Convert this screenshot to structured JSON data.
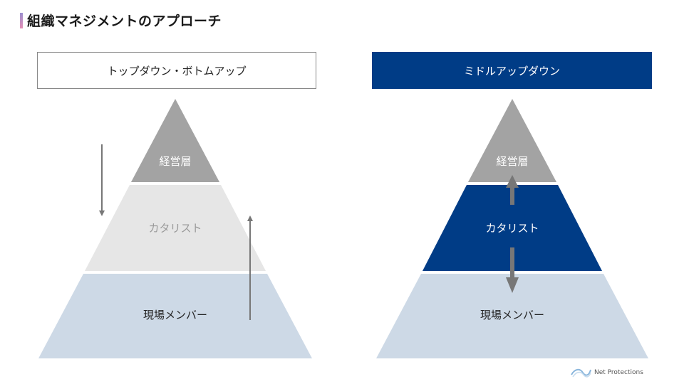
{
  "header": {
    "title": "組織マネジメントのアプローチ"
  },
  "left": {
    "label": "トップダウン・ボトムアップ",
    "tiers": {
      "top": "経営層",
      "middle": "カタリスト",
      "bottom": "現場メンバー"
    }
  },
  "right": {
    "label": "ミドルアップダウン",
    "tiers": {
      "top": "経営層",
      "middle": "カタリスト",
      "bottom": "現場メンバー"
    }
  },
  "footer": {
    "logo_text": "Net Protections"
  },
  "colors": {
    "navy": "#003c86",
    "tier_top": "#a3a3a3",
    "tier_middle_left": "#e6e6e6",
    "tier_bottom": "#cdd9e6",
    "arrow": "#777777"
  }
}
